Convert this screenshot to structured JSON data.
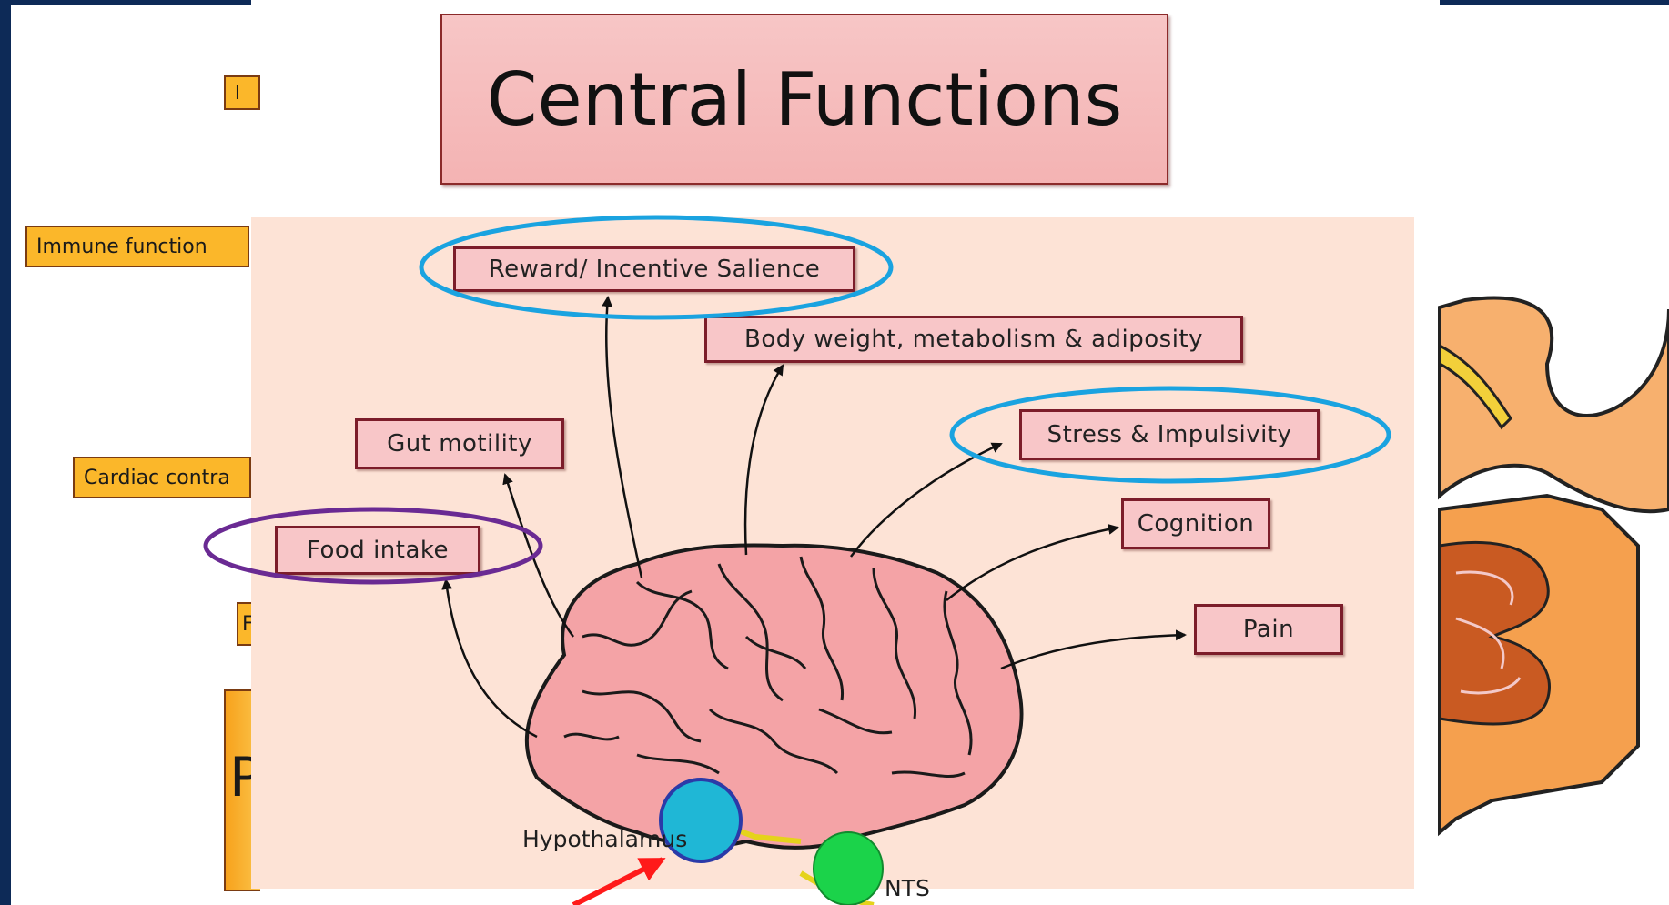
{
  "title": "Central Functions",
  "left_labels": {
    "top_partial": "I",
    "immune": "Immune function",
    "cardiac": "Cardiac contra",
    "small_partial": "F",
    "big_partial": "P"
  },
  "functions": {
    "reward": "Reward/ Incentive Salience",
    "body_weight": "Body weight, metabolism & adiposity",
    "stress": "Stress & Impulsivity",
    "gut_motility": "Gut motility",
    "cognition": "Cognition",
    "food_intake": "Food intake",
    "pain": "Pain"
  },
  "nodes": {
    "hypothalamus": "Hypothalamus",
    "nts": "NTS"
  },
  "colors": {
    "navy": "#0d2a57",
    "highlight_blue": "#1aa3e0",
    "highlight_purple": "#6a2a93",
    "hypothalamus_fill": "#1fb7d6",
    "nts_fill": "#1bd34a",
    "brain_fill": "#f4a3a6",
    "arrow_red": "#ff1a1a"
  }
}
